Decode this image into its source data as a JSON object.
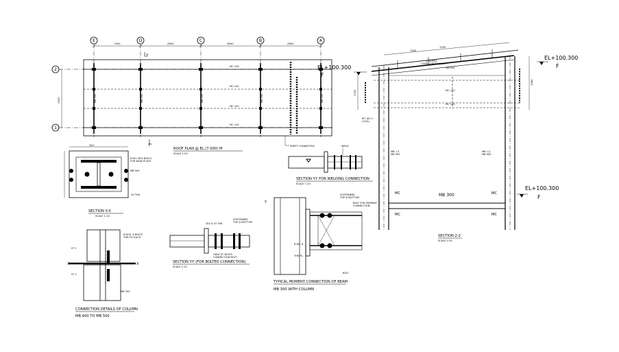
{
  "grid_labels": [
    "E",
    "D",
    "C",
    "B",
    "A"
  ],
  "row_labels": [
    "2",
    "1"
  ],
  "roof_plan": {
    "title": "ROOF PLAN @ EL.(7.000) M",
    "scale": "SCALE 1:50",
    "marker_y": "Y",
    "marker_f": "F",
    "el_label": "EL+100.300",
    "sheet_note": "SHEET CONNECTED",
    "member_labels": [
      "MC 100",
      "MC 100",
      "MC 100",
      "MC 100"
    ]
  },
  "section_xx": {
    "title": "SECTION X-X",
    "scale": "SCALE 1:10"
  },
  "section_yy_weld": {
    "title": "SECTION Y-Y FOR WELDING CONNECTION",
    "scale": "SCALE 1:10"
  },
  "section_yy_bolt": {
    "title": "SECTION Y-Y (FOR BOLTED CONNECTION)",
    "scale": "SCALE 1:10"
  },
  "connection_details": {
    "title_1": "CONNECTION DETAILS OF COLUMN",
    "title_2": "MB 400 TO MB 500",
    "marker_x": "X"
  },
  "moment_connection": {
    "title_1": "TYPICAL MOMENT CONNECTION OF BEAM",
    "title_2": "MB 300 WITH COLUMN",
    "marker_y": "Y"
  },
  "section_22": {
    "title": "SECTION 2-2",
    "scale": "SCALE 1:50",
    "el_top": "EL+100.300",
    "el_mid": "EL+100.300",
    "f_label": "F",
    "beam_label": "MB 300",
    "mc_label": "MC"
  },
  "colors": {
    "line": "#000000",
    "background": "#ffffff"
  }
}
